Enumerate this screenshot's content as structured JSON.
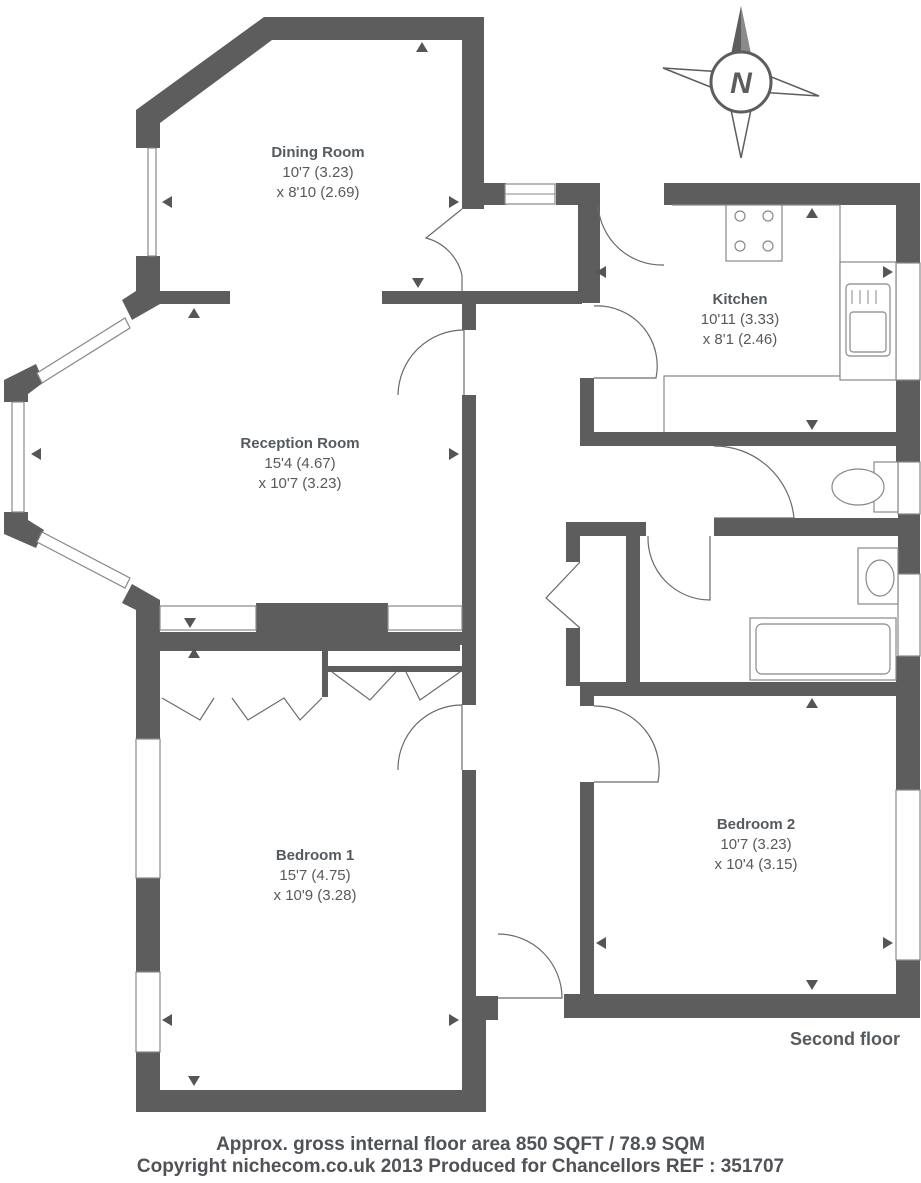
{
  "rooms": [
    {
      "name": "Dining Room",
      "dim1": "10'7 (3.23)",
      "dim2": "x 8'10 (2.69)"
    },
    {
      "name": "Kitchen",
      "dim1": "10'11 (3.33)",
      "dim2": "x 8'1 (2.46)"
    },
    {
      "name": "Reception Room",
      "dim1": "15'4 (4.67)",
      "dim2": "x 10'7 (3.23)"
    },
    {
      "name": "Bedroom 1",
      "dim1": "15'7 (4.75)",
      "dim2": "x 10'9 (3.28)"
    },
    {
      "name": "Bedroom 2",
      "dim1": "10'7 (3.23)",
      "dim2": "x 10'4 (3.15)"
    }
  ],
  "floor_label": "Second floor",
  "compass_letter": "N",
  "footer": {
    "line1": "Approx. gross internal floor area 850 SQFT / 78.9 SQM",
    "line2": "Copyright nichecom.co.uk 2013 Produced for Chancellors REF : 351707"
  },
  "colors": {
    "wall": "#5d5d5d",
    "text": "#555a5f",
    "background": "#ffffff"
  }
}
